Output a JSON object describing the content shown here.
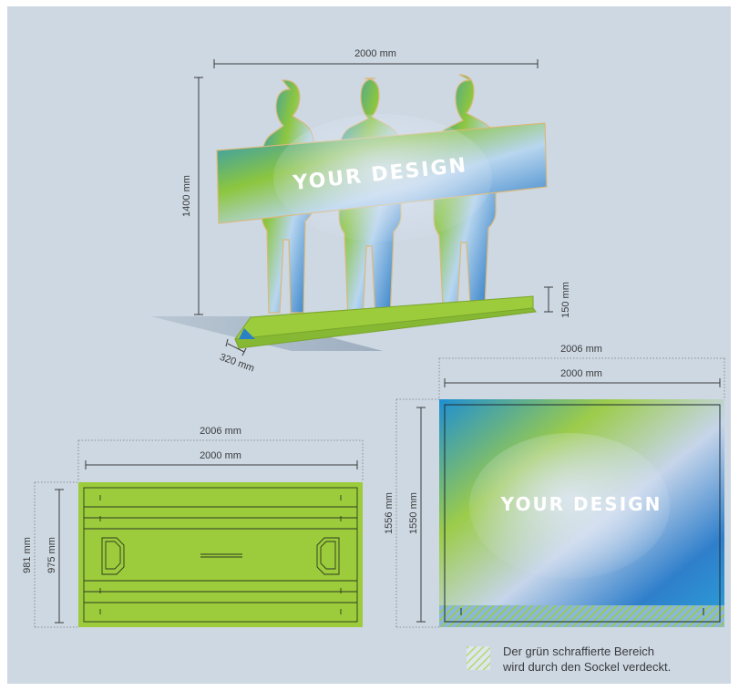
{
  "design_text": "YOUR DESIGN",
  "colors": {
    "panel_bg": "#cdd8e3",
    "lime_green": "#9ccc3c",
    "design_blue": "#1a8fcf",
    "dim_line": "#3b3b3b"
  },
  "top_view": {
    "width_label": "2000 mm",
    "height_label": "1400 mm",
    "base_height_label": "150 mm",
    "depth_label": "320 mm"
  },
  "base_plate": {
    "outer_width_label": "2006 mm",
    "inner_width_label": "2000 mm",
    "outer_height_label": "981 mm",
    "inner_height_label": "975 mm"
  },
  "print_panel": {
    "outer_width_label": "2006 mm",
    "inner_width_label": "2000 mm",
    "outer_height_label": "1556 mm",
    "inner_height_label": "1550 mm"
  },
  "legend": {
    "line1": "Der grün schraffierte Bereich",
    "line2": "wird durch den Sockel verdeckt."
  }
}
